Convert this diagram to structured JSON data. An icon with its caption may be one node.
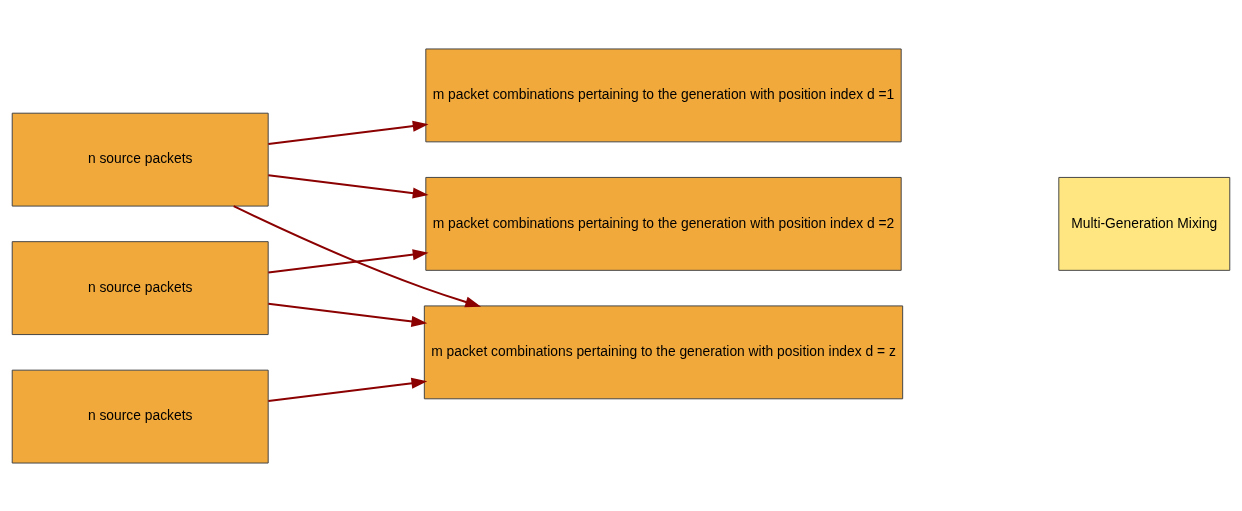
{
  "diagram": {
    "nodes": [
      {
        "text": [
          "n source packets"
        ]
      },
      {
        "text": [
          "n source packets"
        ]
      },
      {
        "text": [
          "n source packets"
        ]
      },
      {
        "text": [
          "m packet combinations pertaining to the generation with position index d =1"
        ]
      },
      {
        "text": [
          "m packet combinations pertaining to the generation with position index d =2"
        ]
      },
      {
        "text": [
          "m packet combinations pertaining to the generation with position index d = z"
        ]
      },
      {
        "text": [
          "Multi-Generation Mixing"
        ]
      }
    ],
    "edges": [
      {
        "from": 0,
        "to": 3,
        "arrow": "to"
      },
      {
        "from": 0,
        "to": 4,
        "arrow": "to"
      },
      {
        "from": 1,
        "to": 4,
        "arrow": "to"
      },
      {
        "from": 0,
        "to": 5,
        "arrow": "to"
      },
      {
        "from": 1,
        "to": 5,
        "arrow": "to"
      },
      {
        "from": 2,
        "to": 5,
        "arrow": "to"
      }
    ]
  }
}
